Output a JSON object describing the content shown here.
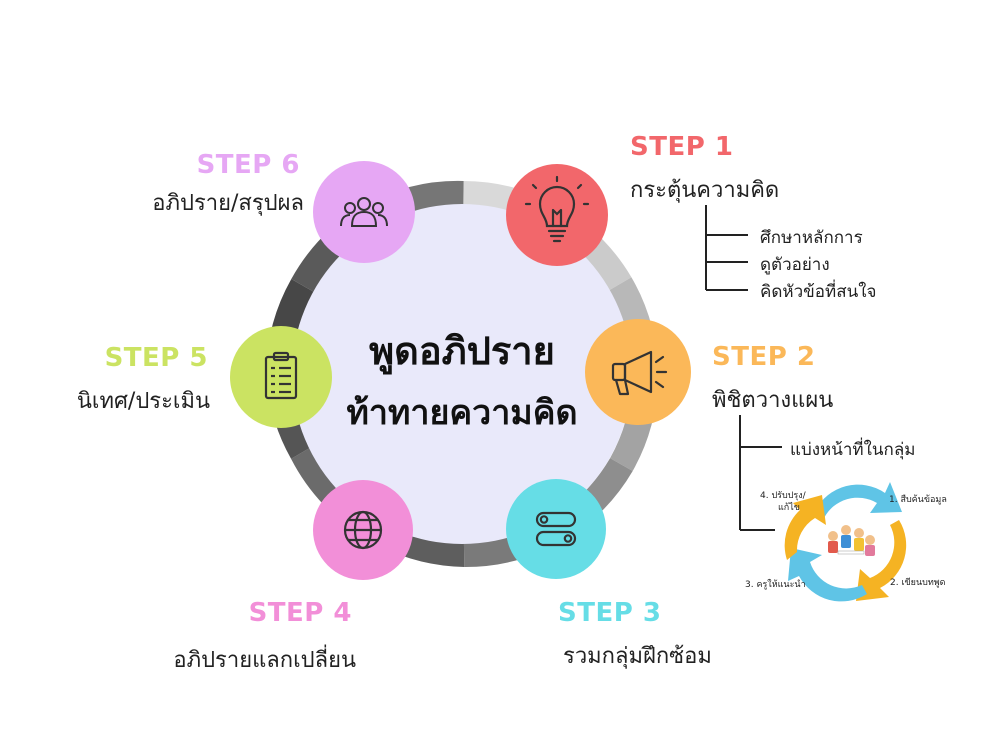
{
  "center": {
    "line1": "พูดอภิปราย",
    "line2": "ท้าทายความคิด"
  },
  "colors": {
    "step1": "#f2676b",
    "step2": "#fbb859",
    "step3": "#66dde6",
    "step4": "#f28fd8",
    "step5": "#cbe362",
    "step6": "#e6a7f4",
    "center_fill": "#e9e9fa"
  },
  "steps": [
    {
      "label": "STEP 1",
      "desc": "กระตุ้นความคิด",
      "icon": "lightbulb-icon",
      "sub": [
        "ศึกษาหลักการ",
        "ดูตัวอย่าง",
        "คิดหัวข้อที่สนใจ"
      ]
    },
    {
      "label": "STEP 2",
      "desc": "พิชิตวางแผน",
      "icon": "megaphone-icon",
      "sub": [
        "แบ่งหน้าที่ในกลุ่ม"
      ]
    },
    {
      "label": "STEP 3",
      "desc": "รวมกลุ่มฝึกซ้อม",
      "icon": "toggle-switch-icon"
    },
    {
      "label": "STEP 4",
      "desc": "อภิปรายแลกเปลี่ยน",
      "icon": "globe-icon"
    },
    {
      "label": "STEP 5",
      "desc": "นิเทศ/ประเมิน",
      "icon": "clipboard-icon"
    },
    {
      "label": "STEP 6",
      "desc": "อภิปราย/สรุปผล",
      "icon": "group-icon"
    }
  ],
  "cycle": {
    "steps": [
      "1. สืบค้นข้อมูล",
      "2. เขียนบทพูด",
      "3. ครูให้แนะนำ",
      "4. ปรับปรุง/",
      "แก้ไข"
    ],
    "colors": [
      "#5fc4e6",
      "#f5b323"
    ]
  }
}
